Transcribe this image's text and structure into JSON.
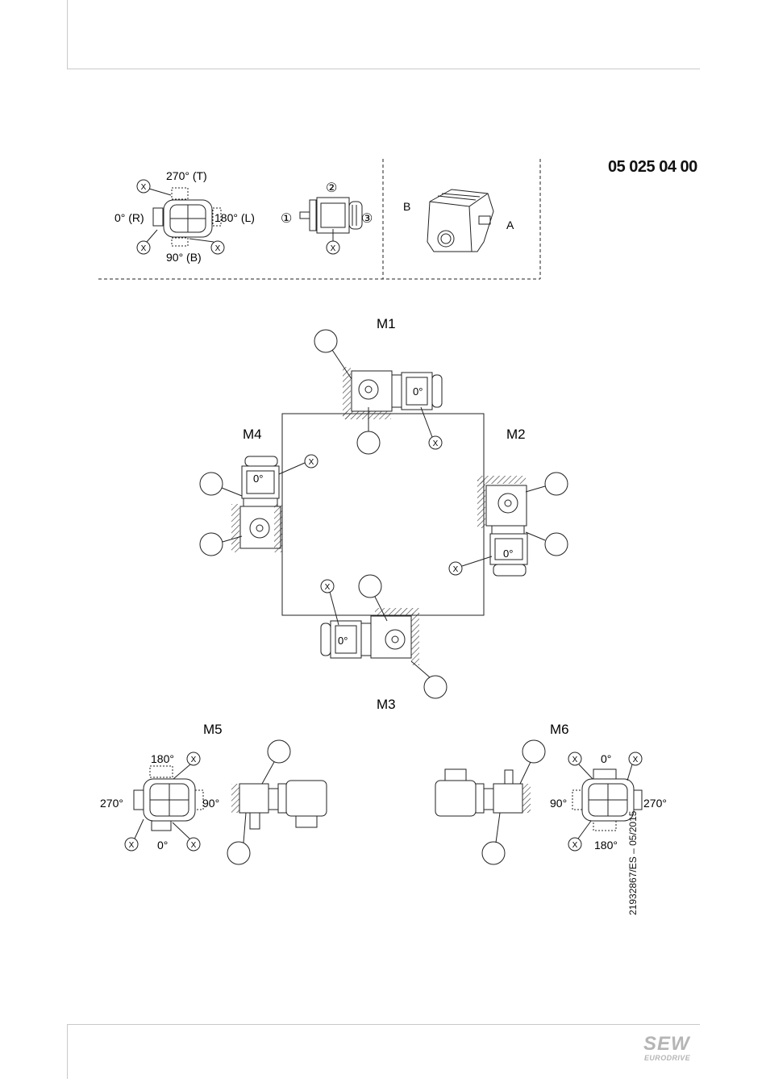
{
  "header": {
    "doc_number": "05 025 04 00"
  },
  "legend": {
    "pos_top": "270° (T)",
    "pos_left": "0° (R)",
    "pos_right": "180° (L)",
    "pos_bottom": "90° (B)",
    "terminal_1": "①",
    "terminal_2": "②",
    "terminal_3": "③",
    "side_b": "B",
    "side_a": "A",
    "breather": "X"
  },
  "positions": {
    "m1": "M1",
    "m2": "M2",
    "m3": "M3",
    "m4": "M4",
    "m5": "M5",
    "m6": "M6",
    "motor_angle": "0°"
  },
  "m5_angles": {
    "top": "180°",
    "left": "270°",
    "right": "90°",
    "bottom": "0°"
  },
  "m6_angles": {
    "top": "0°",
    "left": "90°",
    "right": "270°",
    "bottom": "180°"
  },
  "footer": {
    "side_code": "21932867/ES – 05/2015",
    "logo_main": "SEW",
    "logo_sub": "EURODRIVE"
  },
  "colors": {
    "line": "#222222",
    "rule": "#c9c9c9",
    "logo": "#b5b5b5"
  }
}
